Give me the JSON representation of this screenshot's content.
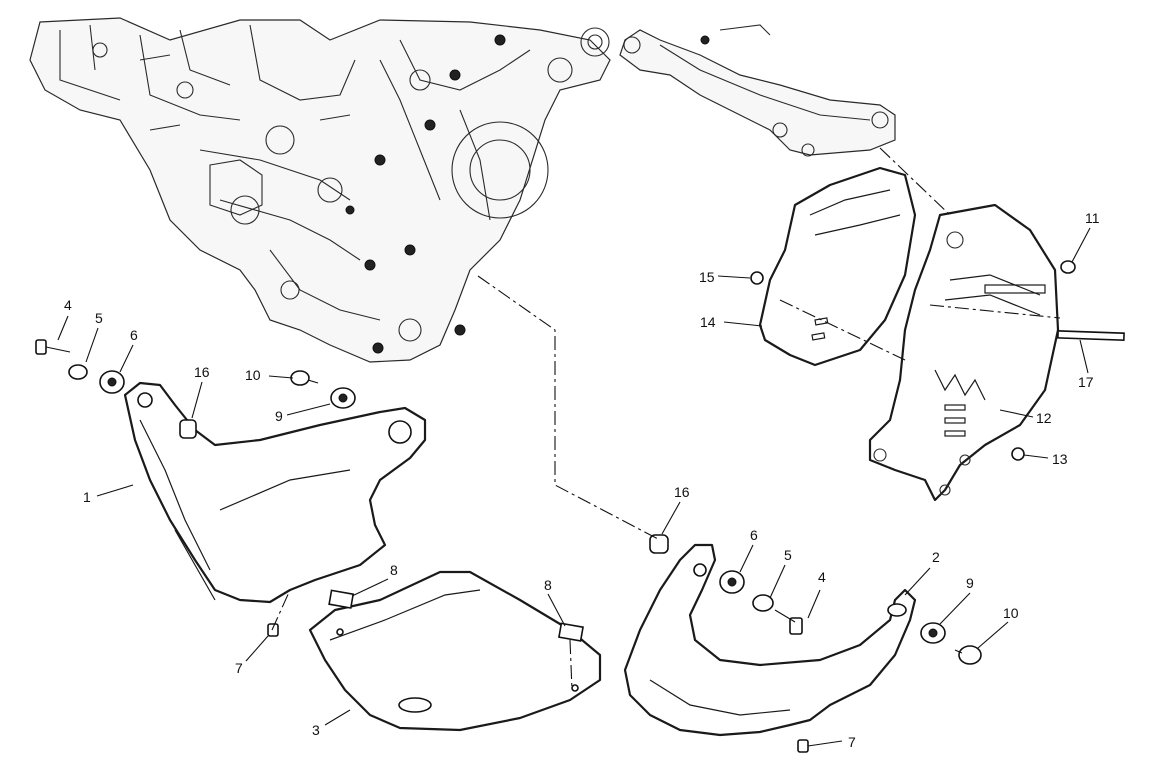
{
  "callouts": [
    {
      "id": "c1",
      "label": "1"
    },
    {
      "id": "c2",
      "label": "2"
    },
    {
      "id": "c3",
      "label": "3"
    },
    {
      "id": "c4a",
      "label": "4"
    },
    {
      "id": "c4b",
      "label": "4"
    },
    {
      "id": "c5a",
      "label": "5"
    },
    {
      "id": "c5b",
      "label": "5"
    },
    {
      "id": "c6a",
      "label": "6"
    },
    {
      "id": "c6b",
      "label": "6"
    },
    {
      "id": "c7a",
      "label": "7"
    },
    {
      "id": "c7b",
      "label": "7"
    },
    {
      "id": "c8a",
      "label": "8"
    },
    {
      "id": "c8b",
      "label": "8"
    },
    {
      "id": "c9a",
      "label": "9"
    },
    {
      "id": "c9b",
      "label": "9"
    },
    {
      "id": "c10a",
      "label": "10"
    },
    {
      "id": "c10b",
      "label": "10"
    },
    {
      "id": "c11",
      "label": "11"
    },
    {
      "id": "c12",
      "label": "12"
    },
    {
      "id": "c13",
      "label": "13"
    },
    {
      "id": "c14",
      "label": "14"
    },
    {
      "id": "c15",
      "label": "15"
    },
    {
      "id": "c16a",
      "label": "16"
    },
    {
      "id": "c16b",
      "label": "16"
    },
    {
      "id": "c17",
      "label": "17"
    }
  ],
  "colors": {
    "line": "#1a1a1a",
    "background": "#ffffff"
  }
}
